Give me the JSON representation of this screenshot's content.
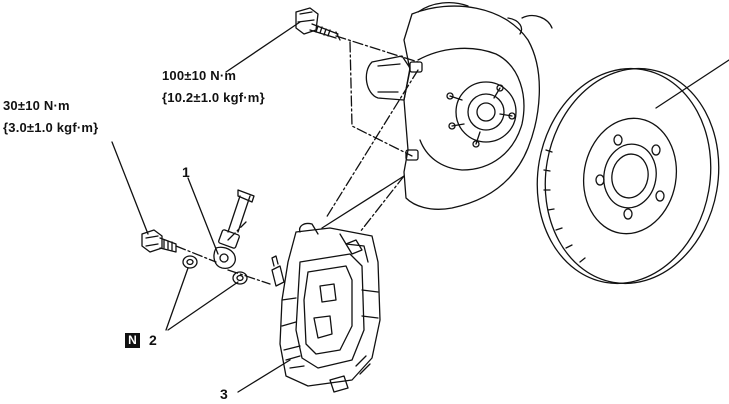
{
  "callouts": {
    "torque_upper_nm": "100±10 N·m",
    "torque_upper_kgf": "{10.2±1.0 kgf·m}",
    "torque_left_nm": "30±10 N·m",
    "torque_left_kgf": "{3.0±1.0 kgf·m}",
    "part_1": "1",
    "part_2": "2",
    "part_3": "3",
    "new_part_symbol": "N"
  },
  "colors": {
    "ink": "#111111",
    "paper": "#ffffff"
  }
}
